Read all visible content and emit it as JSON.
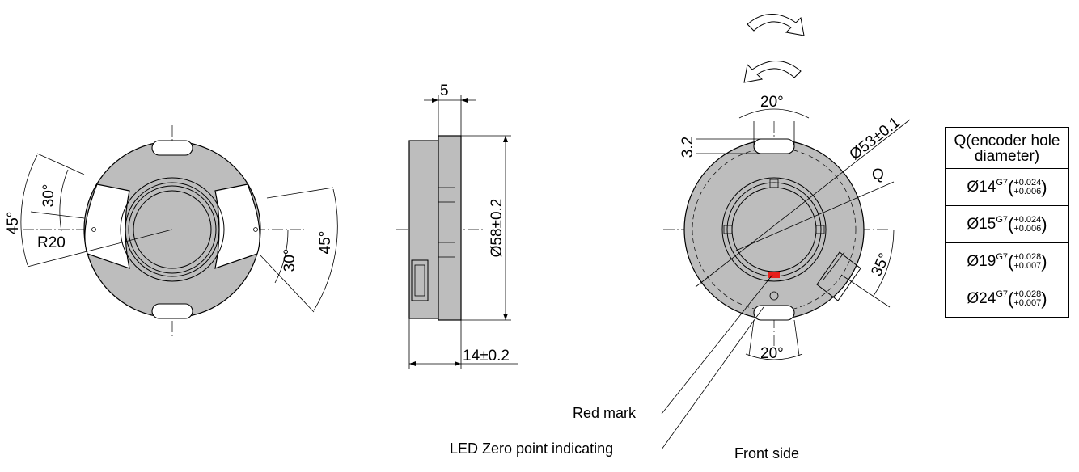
{
  "labels": {
    "left_angle_outer": "45°",
    "left_angle_inner": "30°",
    "left_radius": "R20",
    "right_angle_inner": "30°",
    "right_angle_outer": "45°",
    "side_width_top": "5",
    "side_diameter": "Ø58±0.2",
    "side_depth": "14±0.2",
    "front_slot_top_angle": "20°",
    "front_slot_height": "3.2",
    "front_bolt_circle": "Ø53±0.1",
    "front_hole": "Q",
    "front_connector_angle": "35°",
    "front_slot_bottom_angle": "20°",
    "red_mark": "Red mark",
    "led_zero": "LED Zero point indicating",
    "front_side": "Front side"
  },
  "table": {
    "header": "Q(encoder hole diameter)",
    "rows": [
      {
        "dia": "Ø14",
        "fit": "G7",
        "upper": "+0.024",
        "lower": "+0.006"
      },
      {
        "dia": "Ø15",
        "fit": "G7",
        "upper": "+0.024",
        "lower": "+0.006"
      },
      {
        "dia": "Ø19",
        "fit": "G7",
        "upper": "+0.028",
        "lower": "+0.007"
      },
      {
        "dia": "Ø24",
        "fit": "G7",
        "upper": "+0.028",
        "lower": "+0.007"
      }
    ]
  },
  "colors": {
    "metal": "#bdbdbd",
    "red_mark": "#e8201c"
  },
  "icons": {
    "rotation_cw": "rotation-clockwise-arrow-icon",
    "rotation_ccw": "rotation-counterclockwise-arrow-icon"
  }
}
